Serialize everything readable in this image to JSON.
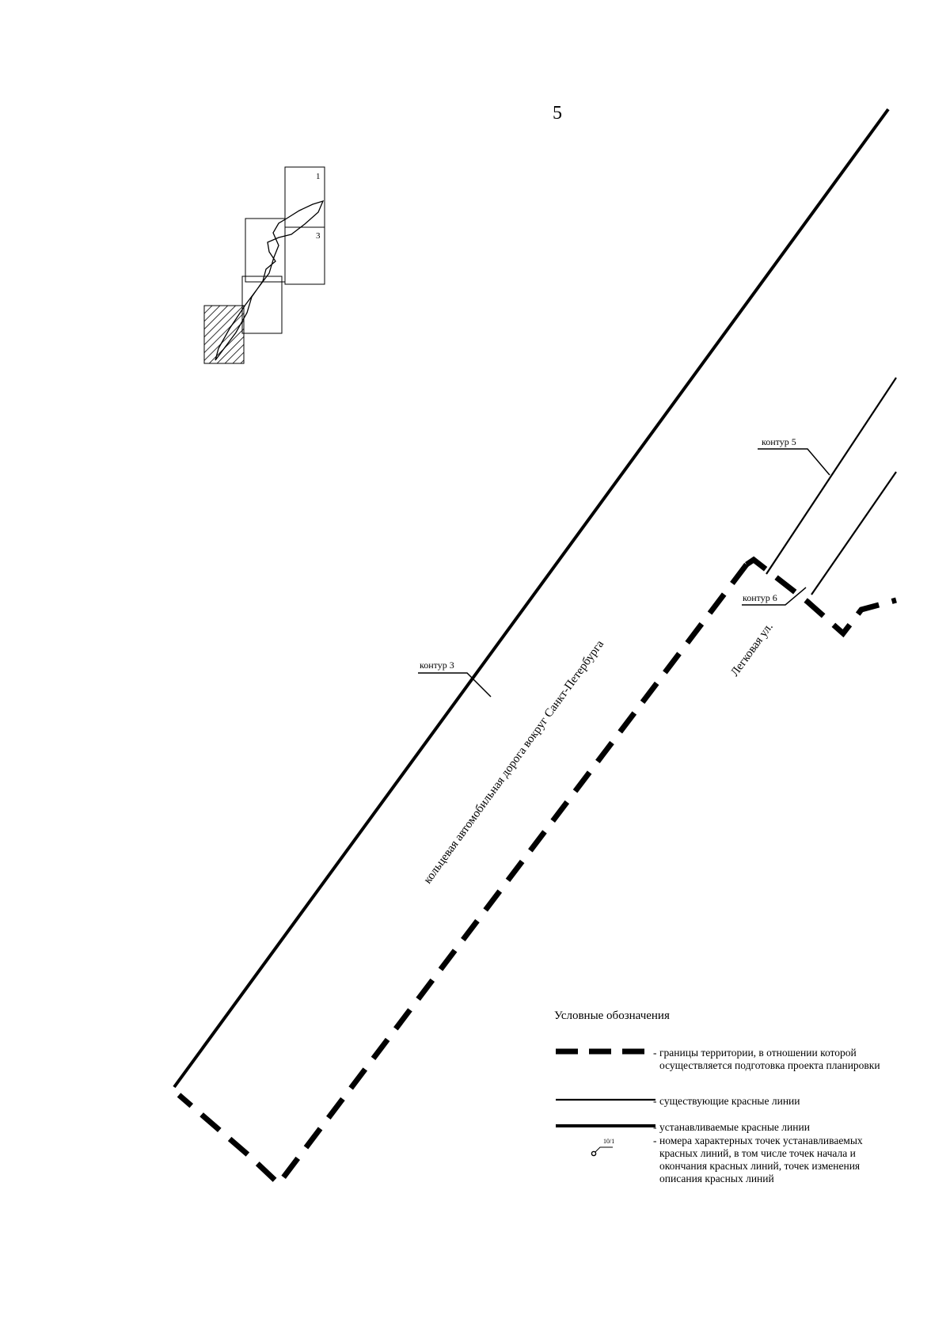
{
  "page_number": "5",
  "index_sheet": {
    "labels": [
      "1",
      "3"
    ]
  },
  "map": {
    "road_label": "кольцевая автомобильная дорога вокруг Санкт-Петербурга",
    "street_label": "Легковая ул.",
    "contours": [
      "контур 3",
      "контур 5",
      "контур 6"
    ]
  },
  "legend": {
    "title": "Условные обозначения",
    "items": [
      {
        "symbol": "dashed-thick-line",
        "text": "границы территории, в отношении которой осуществляется подготовка проекта планировки"
      },
      {
        "symbol": "solid-thin-line",
        "text": "существующие красные линии"
      },
      {
        "symbol": "solid-thick-line",
        "text": "устанавливаемые красные линии"
      },
      {
        "symbol": "point-marker",
        "marker_label": "10/1",
        "text": "номера характерных точек устанавливаемых красных линий, в том числе точек начала и окончания красных линий, точек изменения описания красных линий"
      }
    ]
  }
}
